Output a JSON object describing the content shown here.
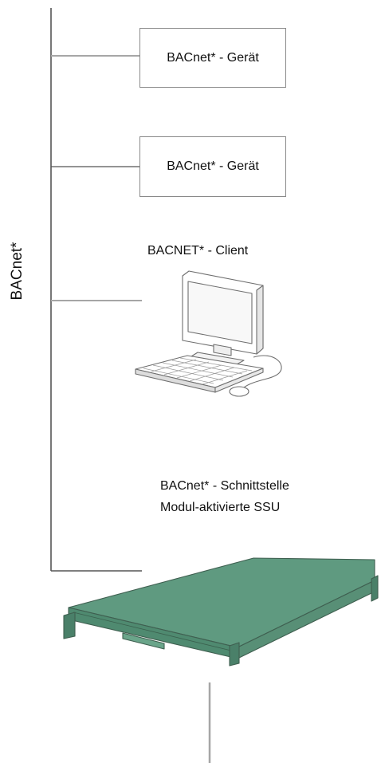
{
  "bus": {
    "label": "BACnet*"
  },
  "devices": [
    {
      "label": "BACnet* - Gerät"
    },
    {
      "label": "BACnet* - Gerät"
    }
  ],
  "client": {
    "label": "BACNET* - Client",
    "icon": "desktop-computer-icon"
  },
  "interface_unit": {
    "line1": "BACnet* - Schnittstelle",
    "line2": "Modul-aktivierte SSU",
    "icon": "rack-unit-icon",
    "color": "#5f9a80"
  },
  "colors": {
    "bus_line": "#555555",
    "branch_line": "#a6a6a6",
    "box_border": "#8a8a8a"
  }
}
